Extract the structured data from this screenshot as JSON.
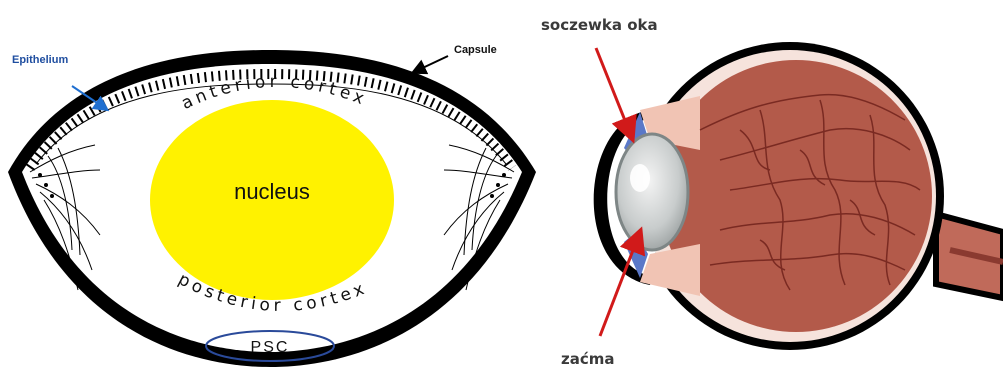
{
  "lens_diagram": {
    "labels": {
      "epithelium": "Epithelium",
      "capsule": "Capsule",
      "anterior_cortex": "anterior cortex",
      "nucleus": "nucleus",
      "posterior_cortex": "posterior cortex",
      "psc": "PSC"
    },
    "colors": {
      "nucleus_fill": "#fff200",
      "epithelium_label": "#1f4ea0",
      "psc_outline": "#2a4a9a",
      "capsule": "#000000"
    }
  },
  "eye_diagram": {
    "labels": {
      "lens": "soczewka oka",
      "cataract": "zaćma"
    },
    "colors": {
      "eyeball_fill": "#b35a4a",
      "vessels": "#7a2a22",
      "pointer_arrows": "#d11a1a",
      "iris_blue": "#5a78c8"
    }
  }
}
